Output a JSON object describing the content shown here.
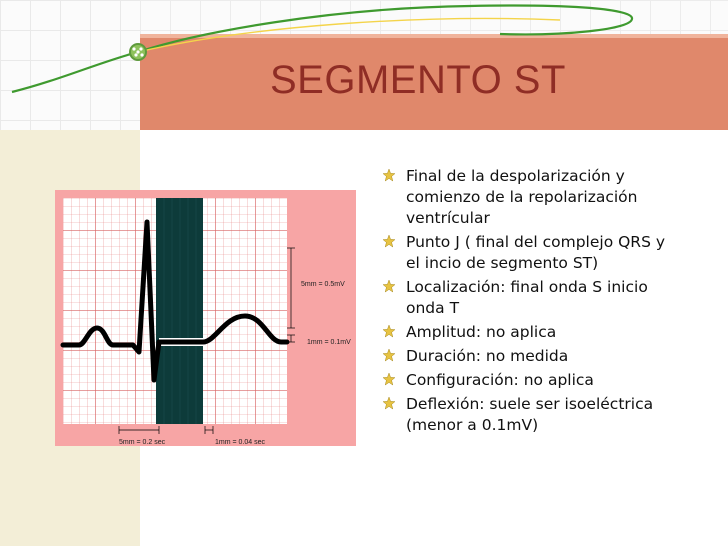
{
  "slide": {
    "title": "SEGMENTO ST"
  },
  "ecg_figure": {
    "labels": {
      "vertical_large": "5mm = 0.5mV",
      "vertical_small": "1mm = 0.1mV",
      "horizontal_large": "5mm = 0.2 sec",
      "horizontal_small": "1mm = 0.04 sec"
    }
  },
  "bullets": [
    {
      "text": "Final de la despolarización y comienzo de la repolarización ventrícular"
    },
    {
      "text": "Punto J ( final del complejo QRS  y el incio de segmento ST)"
    },
    {
      "text": "Localización: final onda S inicio onda T"
    },
    {
      "text": "Amplitud: no aplica"
    },
    {
      "text": "Duración: no medida"
    },
    {
      "text": "Configuración: no aplica"
    },
    {
      "text": "Deflexión:  suele ser isoeléctrica (menor a 0.1mV)"
    }
  ],
  "colors": {
    "title_band": "#e0886b",
    "title_text": "#8f2d25",
    "ecg_background": "#f7a5a5",
    "highlight_column": "#0d3b3a"
  }
}
